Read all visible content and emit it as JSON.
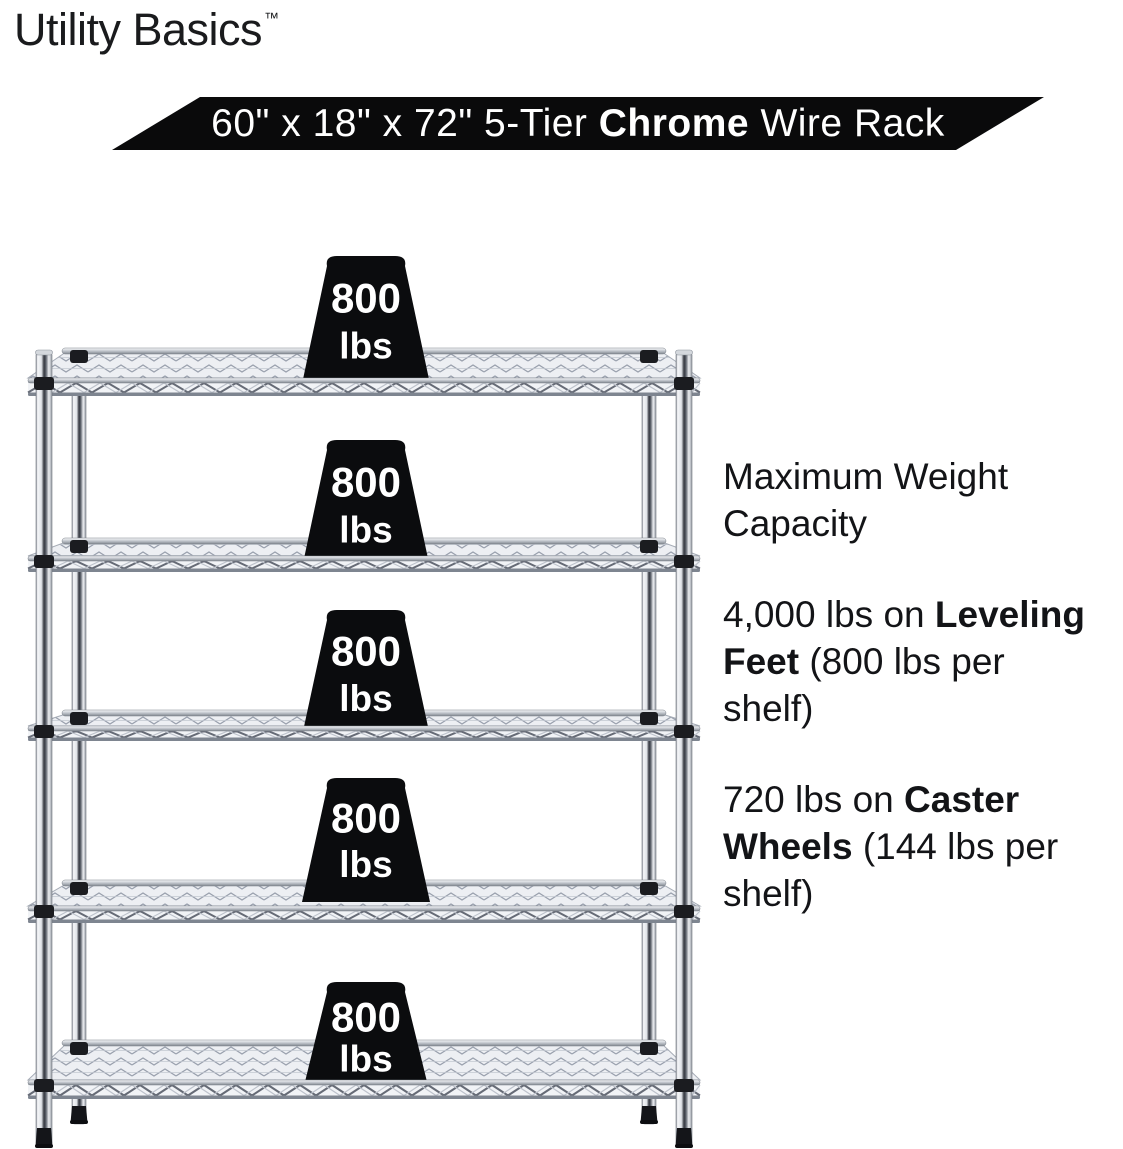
{
  "brand": {
    "name": "Utility Basics",
    "trademark": "™"
  },
  "banner": {
    "bg": "#0a0a0b",
    "fg": "#ffffff",
    "segments": [
      {
        "t": "60\" x 18\" x 72\" 5-Tier ",
        "b": false
      },
      {
        "t": "Chrome",
        "b": true
      },
      {
        "t": " Wire Rack",
        "b": false
      }
    ]
  },
  "rack": {
    "tiers": 5,
    "weights": [
      {
        "value": "800",
        "unit": "lbs"
      },
      {
        "value": "800",
        "unit": "lbs"
      },
      {
        "value": "800",
        "unit": "lbs"
      },
      {
        "value": "800",
        "unit": "lbs"
      },
      {
        "value": "800",
        "unit": "lbs"
      }
    ],
    "weight_bg": "#0b0c0e",
    "weight_fg": "#ffffff",
    "chrome_light": "#f3f4f6",
    "chrome_dark": "#33363e"
  },
  "info": {
    "heading_lines": [
      "Maximum Weight",
      "Capacity"
    ],
    "paragraphs": [
      {
        "lines": [
          [
            {
              "t": "4,000 lbs on ",
              "b": false
            },
            {
              "t": "Leveling",
              "b": true
            }
          ],
          [
            {
              "t": "Feet",
              "b": true
            },
            {
              "t": " (800 lbs per",
              "b": false
            }
          ],
          [
            {
              "t": "shelf)",
              "b": false
            }
          ]
        ]
      },
      {
        "lines": [
          [
            {
              "t": "720 lbs on ",
              "b": false
            },
            {
              "t": "Caster",
              "b": true
            }
          ],
          [
            {
              "t": "Wheels",
              "b": true
            },
            {
              "t": " (144 lbs per",
              "b": false
            }
          ],
          [
            {
              "t": "shelf)",
              "b": false
            }
          ]
        ]
      }
    ]
  }
}
